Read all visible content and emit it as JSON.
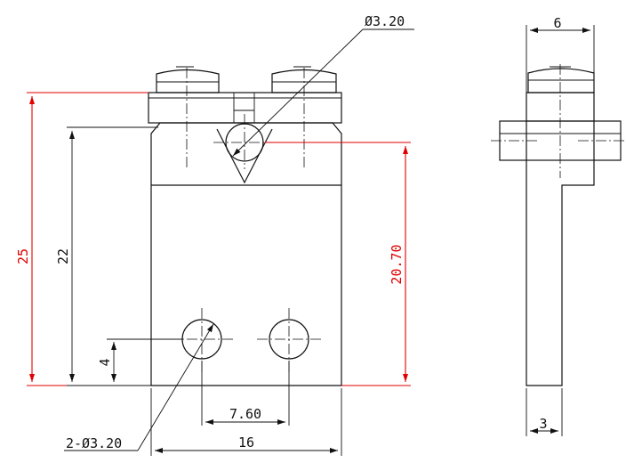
{
  "diagram": {
    "dimensions": {
      "hole_top": "Ø3.20",
      "side_width": "6",
      "height_total": "25",
      "height_body": "22",
      "hole_height": "20.70",
      "hole_bottom_offset": "4",
      "hole_spacing": "7.60",
      "holes_bottom": "2-Ø3.20",
      "body_width": "16",
      "side_thickness": "3"
    },
    "colors": {
      "line": "#111111",
      "dimension_red": "#e00000"
    }
  }
}
